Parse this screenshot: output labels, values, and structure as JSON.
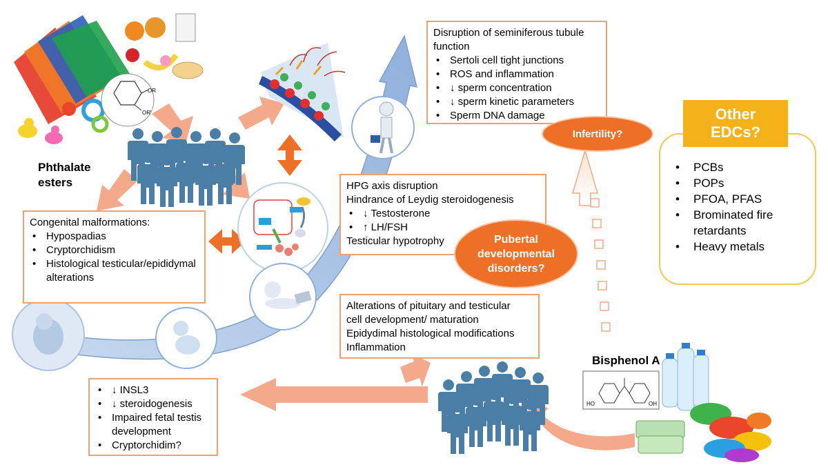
{
  "phthalate_label": "Phthalate\nesters",
  "bisphenol_label": "Bisphenol A",
  "chem_labels": {
    "or1": "OR",
    "or2": "OR'",
    "ho": "HO",
    "oh": "OH"
  },
  "box_tubule": {
    "title": "Disruption of seminiferous tubule function",
    "items": [
      "Sertoli cell tight junctions",
      "ROS and inflammation",
      "↓ sperm concentration",
      "↓ sperm kinetic parameters",
      "Sperm DNA damage"
    ]
  },
  "box_congenital": {
    "title": "Congenital malformations:",
    "items": [
      "Hypospadias",
      "Cryptorchidism",
      "Histological testicular/epididymal alterations"
    ]
  },
  "box_hpg": {
    "line1": "HPG axis disruption",
    "line2": "Hindrance of Leydig steroidogenesis",
    "items": [
      "↓ Testosterone",
      "↑ LH/FSH"
    ],
    "line3": "Testicular hypotrophy"
  },
  "box_pituitary": {
    "lines": [
      "Alterations of pituitary and testicular",
      "cell development/ maturation",
      "Epidydimal histological modifications",
      "Inflammation"
    ]
  },
  "box_fetal": {
    "items": [
      "↓ INSL3",
      "↓ steroidogenesis",
      "Impaired fetal testis development",
      "Cryptorchidim?"
    ]
  },
  "oval_infertility": "Infertility?",
  "oval_pubertal": "Pubertal developmental disorders?",
  "other_edcs": {
    "title": "Other EDCs?",
    "items": [
      "PCBs",
      "POPs",
      "PFOA, PFAS",
      "Brominated fire retardants",
      "Heavy metals"
    ]
  },
  "colors": {
    "accent_orange": "#ee7026",
    "box_border": "#f0a070",
    "arrow_salmon": "#f4a98a",
    "figure_blue": "#4a7ea6",
    "edc_yellow": "#f4b218"
  },
  "icons": [
    "colored-folders-icon",
    "food-icon",
    "toys-icon",
    "people-crowd-icon",
    "seminiferous-tubule-icon",
    "hpg-axis-icon",
    "fetus-icon",
    "infant-icon",
    "child-laptop-icon",
    "businessman-icon",
    "water-bottles-icon",
    "plastic-dishes-icon",
    "food-containers-icon"
  ]
}
